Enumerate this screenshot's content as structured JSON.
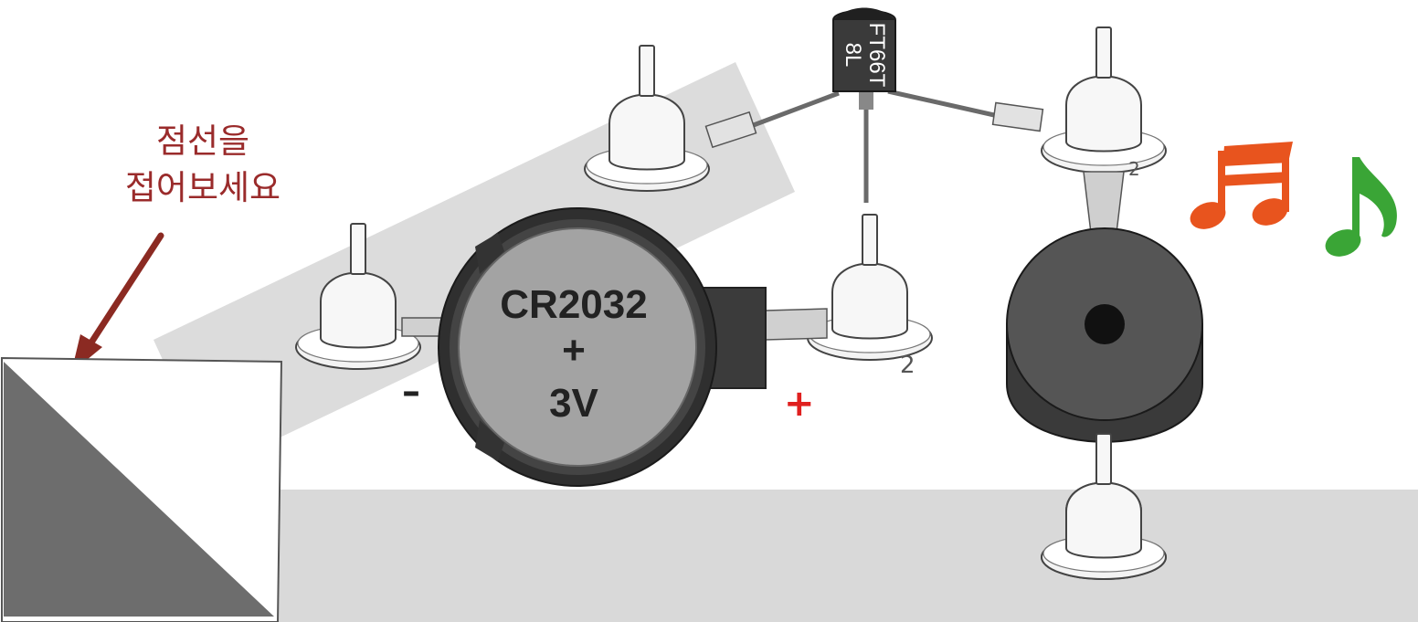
{
  "instruction": {
    "line1": "점선을",
    "line2": "접어보세요",
    "color": "#9a2b2b"
  },
  "battery": {
    "label": "CR2032",
    "plus": "+",
    "voltage": "3V"
  },
  "polarity": {
    "negative": "–",
    "positive": "+",
    "positive_color": "#e0201f"
  },
  "transistor": {
    "line1": "FT66T",
    "line2": "8L"
  },
  "notes": {
    "beamed_color": "#e8541e",
    "single_color": "#3aa536"
  },
  "pin_marks": [
    "2",
    "2"
  ],
  "icons": [
    "fold-arrow-icon",
    "beamed-note-icon",
    "music-note-icon"
  ]
}
